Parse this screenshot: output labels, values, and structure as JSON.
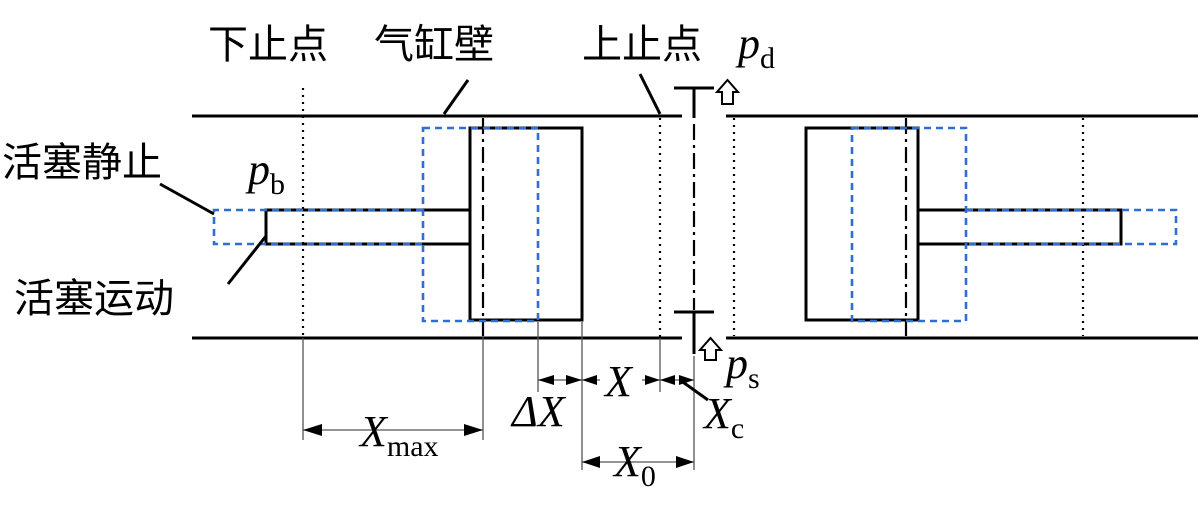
{
  "labels": {
    "bottom_dead_center": "下止点",
    "cylinder_wall": "气缸壁",
    "top_dead_center": "上止点",
    "piston_static": "活塞静止",
    "piston_moving": "活塞运动"
  },
  "symbols": {
    "pd_main": "p",
    "pd_sub": "d",
    "pb_main": "p",
    "pb_sub": "b",
    "ps_main": "p",
    "ps_sub": "s",
    "xmax_main": "X",
    "xmax_sub": "max",
    "dx": "ΔX",
    "x": "X",
    "xc_main": "X",
    "xc_sub": "c",
    "x0_main": "X",
    "x0_sub": "0"
  },
  "colors": {
    "line": "#000000",
    "static_piston_dashed": "#2f6fd1"
  },
  "icons": {
    "discharge_arrow": "hollow-up-arrow-icon",
    "suction_arrow": "hollow-up-arrow-icon"
  }
}
